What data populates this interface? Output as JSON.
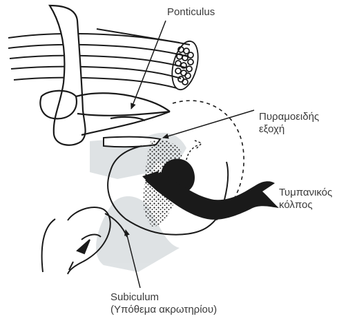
{
  "labels": {
    "ponticulus": "Ponticulus",
    "pyramidal": [
      "Πυραμοειδής",
      "εξοχή"
    ],
    "tympanic": [
      "Τυμπανικός",
      "κόλπος"
    ],
    "subiculum": [
      "Subiculum",
      "(Υπόθεμα ακρωτηρίου)"
    ]
  },
  "colors": {
    "ink": "#1a1a1a",
    "shade": "#d4d9dc",
    "text": "#3a3a3a"
  }
}
